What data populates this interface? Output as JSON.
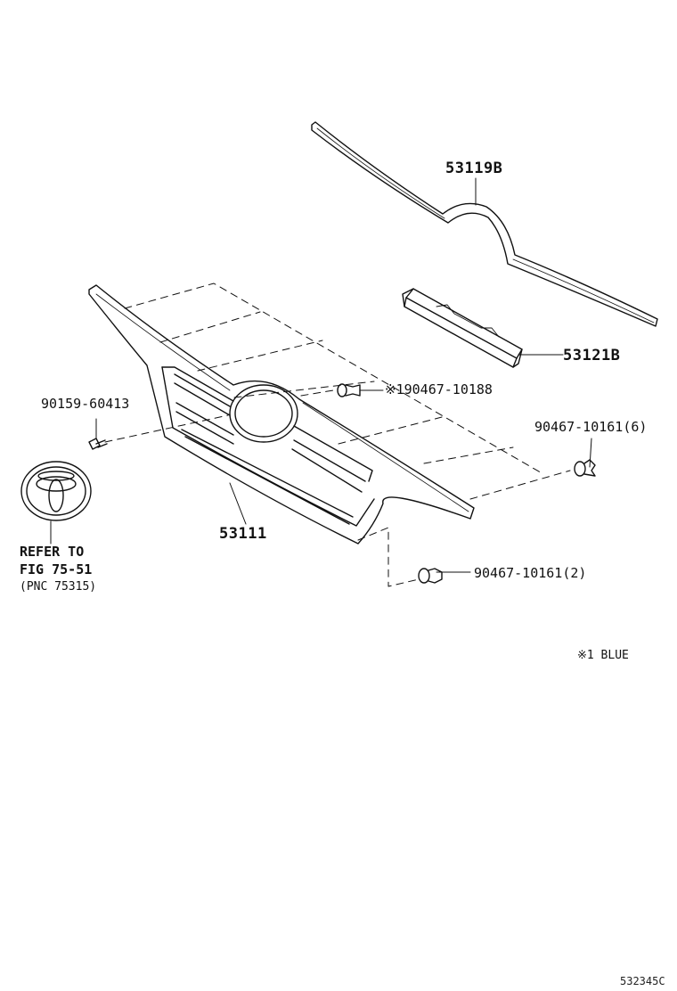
{
  "parts": {
    "molding_upper": "53119B",
    "emblem_pad": "53121B",
    "grille": "53111",
    "clip_blue": "※190467-10188",
    "screw": "90159-60413",
    "clip_six": "90467-10161(6)",
    "clip_two": "90467-10161(2)"
  },
  "reference": {
    "line1": "REFER TO",
    "line2": "FIG 75-51",
    "line3": "(PNC 75315)"
  },
  "note": "※1 BLUE",
  "figure_code": "532345C"
}
